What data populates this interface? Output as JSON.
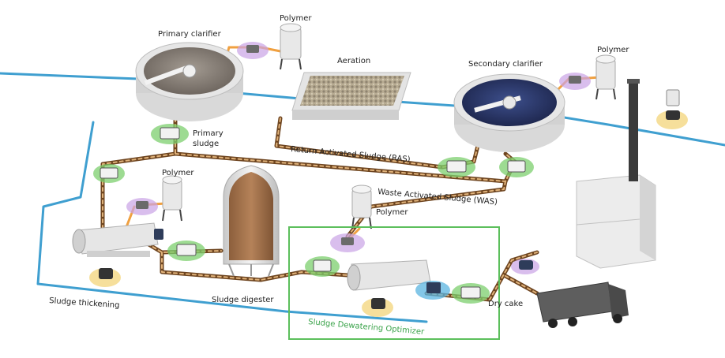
{
  "labels": {
    "polymer_top": "Polymer",
    "primary_clarifier": "Primary clarifier",
    "aeration": "Aeration",
    "secondary_clarifier": "Secondary clarifier",
    "polymer_right": "Polymer",
    "primary_sludge": "Primary\nsludge",
    "ras": "Return Activated Sludge (RAS)",
    "polymer_left": "Polymer",
    "was": "Waste Activated Sludge (WAS)",
    "polymer_center": "Polymer",
    "sludge_thickening": "Sludge thickening",
    "sludge_digester": "Sludge digester",
    "dry_cake": "Dry cake",
    "optimizer": "Sludge Dewatering Optimizer"
  },
  "colors": {
    "water_pipe": "#3f9fd0",
    "sludge_pipe": "#8a5a2b",
    "polymer_pipe": "#f0a040",
    "sensor_ring": "#7ccf6e",
    "polymer_ring": "#c9a3e6",
    "pump_ring": "#f5d98a",
    "optimizer_box": "#5cbf5c",
    "clarifier_primary": "#8e857c",
    "clarifier_secondary": "#2c3a6b",
    "digester_sludge": "#a0704a"
  },
  "icons": [
    "sensor-icon",
    "pump-icon",
    "polymer-tank-icon",
    "truck-icon",
    "building-icon",
    "chimney-icon"
  ]
}
